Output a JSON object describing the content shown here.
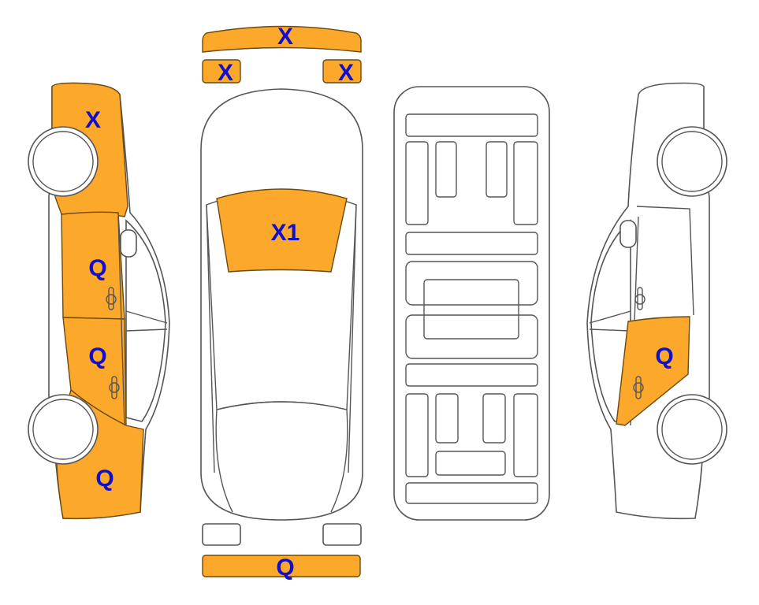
{
  "colors": {
    "damage": "#FBA82B",
    "label": "#1010CC",
    "outline": "#555555"
  },
  "labels": {
    "front_bumper": "X",
    "left_headlight": "X",
    "right_headlight": "X",
    "left_front_fender": "X",
    "windshield": "X1",
    "left_front_door": "Q",
    "left_rear_door": "Q",
    "left_rear_quarter": "Q",
    "right_rear_door": "Q",
    "rear_bumper": "Q"
  }
}
